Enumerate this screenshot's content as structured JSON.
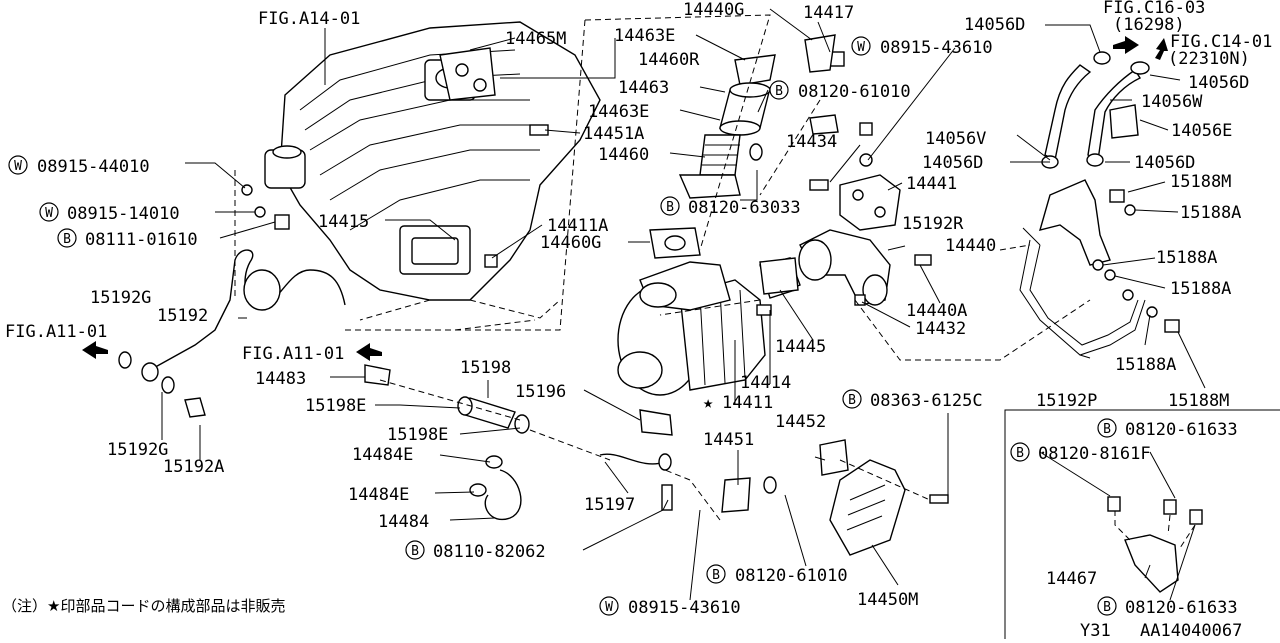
{
  "labels": {
    "fig_a14_01": "FIG.A14-01",
    "fig_a11_01_left": "FIG.A11-01",
    "fig_a11_01_mid": "FIG.A11-01",
    "fig_c16_03": "FIG.C16-03",
    "fig_c16_03_code": "(16298)",
    "fig_c14_01": "FIG.C14-01",
    "fig_c14_01_code": "(22310N)",
    "p14440g": "14440G",
    "p14417": "14417",
    "w08915_43610_top": "08915-43610",
    "p14465m": "14465M",
    "p14463e_a": "14463E",
    "p14460r": "14460R",
    "p14463": "14463",
    "b08120_61010_top": "08120-61010",
    "p14463e_b": "14463E",
    "p14451a": "14451A",
    "p14434": "14434",
    "p14460": "14460",
    "w08915_44010": "08915-44010",
    "w08915_14010": "08915-14010",
    "b08111_01610": "08111-01610",
    "b08120_63033": "08120-63033",
    "p14441": "14441",
    "p14415": "14415",
    "p14411a": "14411A",
    "p14460g": "14460G",
    "p14440": "14440",
    "p14440a": "14440A",
    "p14432": "14432",
    "p15192g_top": "15192G",
    "p15192": "15192",
    "p14445": "14445",
    "p14483": "14483",
    "p15198": "15198",
    "p15198e_a": "15198E",
    "p15196": "15196",
    "p14414": "14414",
    "p14411": "14411",
    "p15198e_b": "15198E",
    "p14484e_a": "14484E",
    "p14484e_b": "14484E",
    "p14484": "14484",
    "p15197": "15197",
    "b08110_82062": "08110-82062",
    "p14451": "14451",
    "p14452": "14452",
    "b08363_6125c": "08363-6125C",
    "b08120_61010_bot": "08120-61010",
    "w08915_43610_bot": "08915-43610",
    "p14450m": "14450M",
    "p15192g_bot": "15192G",
    "p15192a": "15192A",
    "p14056d_a": "14056D",
    "p14056d_b": "14056D",
    "p14056w": "14056W",
    "p14056v": "14056V",
    "p14056e": "14056E",
    "p14056d_c": "14056D",
    "p14056d_d": "14056D",
    "p15188m_a": "15188M",
    "p15188a_a": "15188A",
    "p15192r": "15192R",
    "p15188a_b": "15188A",
    "p15188a_c": "15188A",
    "p15188a_d": "15188A",
    "p15192p": "15192P",
    "p15188m_b": "15188M",
    "b08120_61633_a": "08120-61633",
    "b08120_8161f": "08120-8161F",
    "p14467": "14467",
    "b08120_61633_b": "08120-61633",
    "note": "（注）★印部品コードの構成部品は非販売",
    "code_y31": "Y31",
    "code_aa": "AA14040067"
  },
  "markers": {
    "washer": "W",
    "bolt": "B",
    "star": "★"
  }
}
